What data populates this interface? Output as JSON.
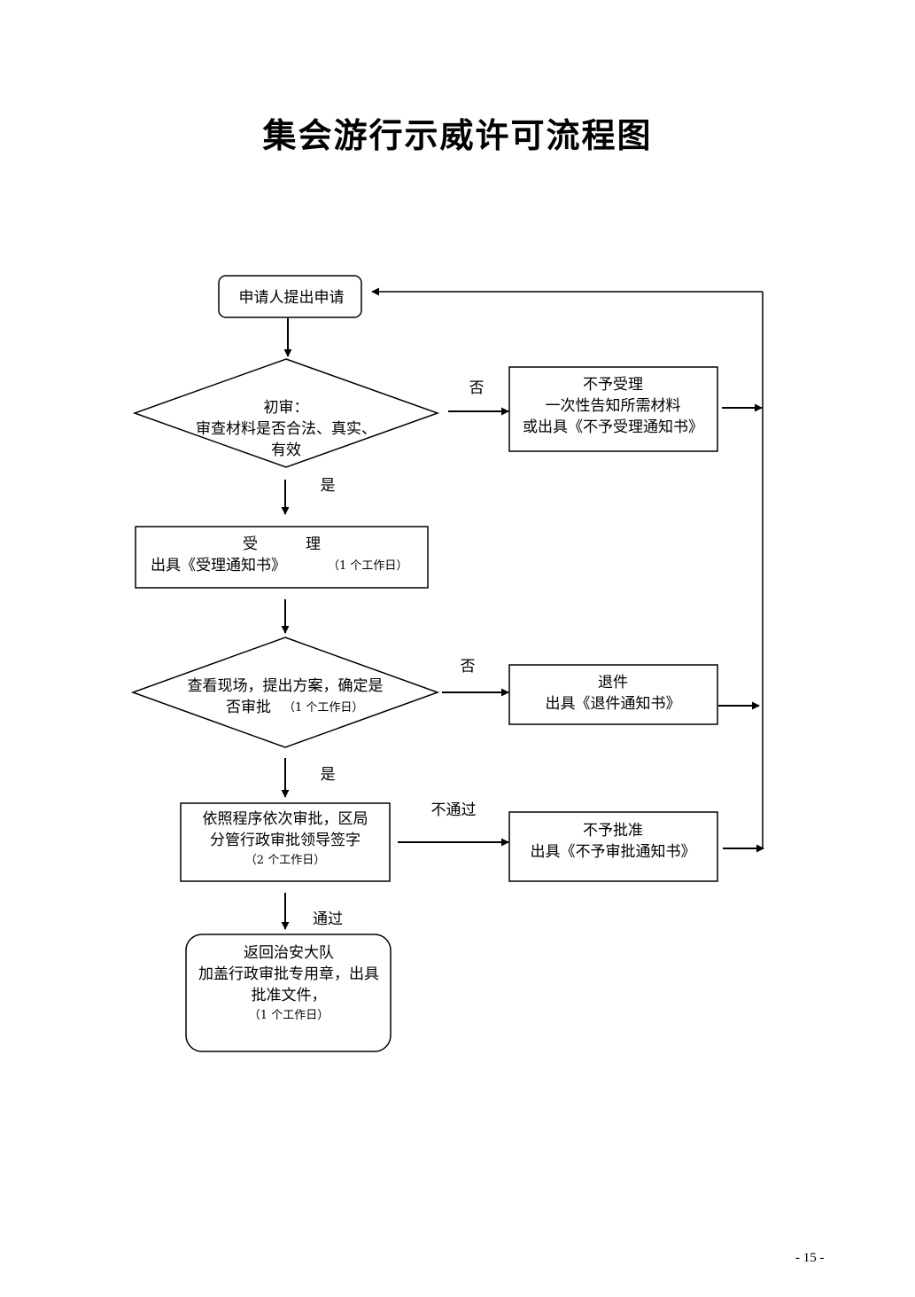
{
  "title": "集会游行示威许可流程图",
  "nodes": {
    "apply": {
      "line1": "申请人提出申请"
    },
    "initial_review": {
      "line1": "初审：",
      "line2": "审查材料是否合法、真实、",
      "line3": "有效"
    },
    "accept": {
      "line1": "受          理",
      "line2": "出具《受理通知书》",
      "line2_days": "（1 个工作日）"
    },
    "site_check": {
      "line1": "查看现场，提出方案，确定是",
      "line2": "否审批",
      "line2_days": "（1 个工作日）"
    },
    "approve": {
      "line1": "依照程序依次审批，区局",
      "line2": "分管行政审批领导签字",
      "line3": "（2 个工作日）"
    },
    "return": {
      "line1": "返回治安大队",
      "line2": "加盖行政审批专用章，出具",
      "line3": "批准文件，",
      "line4": "（1 个工作日）"
    },
    "reject_accept": {
      "line1": "不予受理",
      "line2": "一次性告知所需材料",
      "line3": "或出具《不予受理通知书》"
    },
    "return_docs": {
      "line1": "退件",
      "line2": "出具《退件通知书》"
    },
    "not_approved": {
      "line1": "不予批准",
      "line2": "出具《不予审批通知书》"
    }
  },
  "edge_labels": {
    "no_1": "否",
    "yes_1": "是",
    "no_2": "否",
    "yes_2": "是",
    "fail": "不通过",
    "pass": "通过"
  },
  "page_number": "- 15 -"
}
